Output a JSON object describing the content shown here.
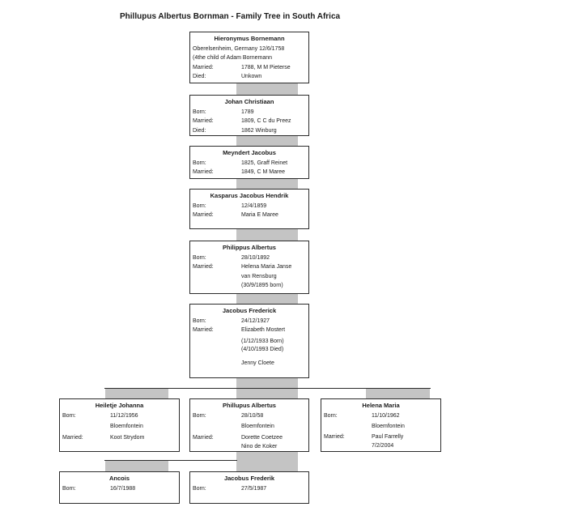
{
  "title": "Phillupus Albertus Bornman - Family Tree in South Africa",
  "people": {
    "hieronymus": {
      "name": "Hieronymus Bornemann",
      "line1": "Oberelsenheim, Germany 12/6/1758",
      "line2": "(4the child of Adam Bornemann",
      "married_label": "Married:",
      "married": "1788, M M Pieterse",
      "died_label": "Died:",
      "died": "Unkown"
    },
    "johan": {
      "name": "Johan Christiaan",
      "born_label": "Born:",
      "born": "1789",
      "married_label": "Married:",
      "married": "1809, C C du Preez",
      "died_label": "Died:",
      "died": "1862 Winburg"
    },
    "meyndert": {
      "name": "Meyndert Jacobus",
      "born_label": "Born:",
      "born": "1825, Graff Reinet",
      "married_label": "Married:",
      "married": "1849, C M Maree"
    },
    "kasparus": {
      "name": "Kasparus Jacobus Hendrik",
      "born_label": "Born:",
      "born": "12/4/1859",
      "married_label": "Married:",
      "married": "Maria E Maree"
    },
    "philippus": {
      "name": "Philippus Albertus",
      "born_label": "Born:",
      "born": "28/10/1892",
      "married_label": "Married:",
      "married1": "Helena Maria Janse",
      "married2": "van Rensburg",
      "married3": "(30/9/1895 born)"
    },
    "jacobus": {
      "name": "Jacobus Frederick",
      "born_label": "Born:",
      "born": "24/12/1927",
      "married_label": "Married:",
      "married1": "Elizabeth Mostert",
      "married2": "(1/12/1933 Born)",
      "married3": "(4/10/1993 Died)",
      "married4": "Jenny Cloete"
    },
    "heiletje": {
      "name": "Heiletje Johanna",
      "born_label": "Born:",
      "born1": "11/12/1956",
      "born2": "Bloemfontein",
      "married_label": "Married:",
      "married": "Koot Strydom"
    },
    "phillupus": {
      "name": "Phillupus Albertus",
      "born_label": "Born:",
      "born1": "28/10/58",
      "born2": "Bloemfontein",
      "married_label": "Married:",
      "married1": "Dorette Coetzee",
      "married2": "Nino de Koker"
    },
    "helena": {
      "name": "Helena Maria",
      "born_label": "Born:",
      "born1": "11/10/1962",
      "born2": "Bloemfontein",
      "married_label": "Married:",
      "married1": "Paul Farrelly",
      "married2": "7/2/2004"
    },
    "ancois": {
      "name": "Ancois",
      "born_label": "Born:",
      "born": "16/7/1988"
    },
    "jacobus_frederik": {
      "name": "Jacobus Frederik",
      "born_label": "Born:",
      "born": "27/5/1987"
    }
  }
}
